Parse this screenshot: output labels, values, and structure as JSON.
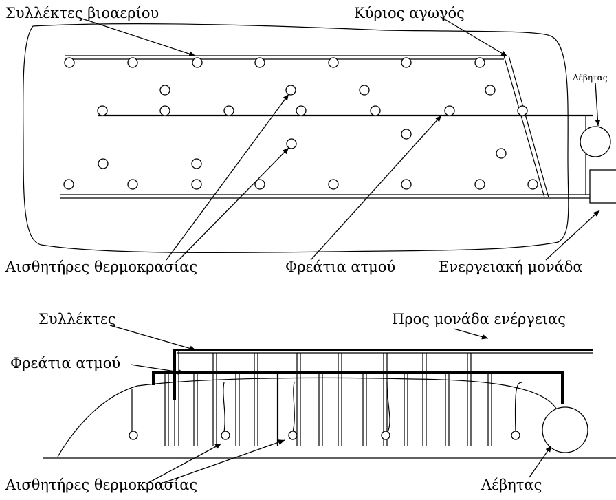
{
  "top_diagram": {
    "labels": {
      "biogas_collectors": "Συλλέκτες βιοαερίου",
      "main_pipe": "Κύριος αγωγός",
      "boiler": "Λέβητας",
      "temperature_sensors": "Αισθητήρες θερμοκρασίας",
      "steam_wells": "Φρεάτια ατμού",
      "energy_unit": "Ενεργειακή μονάδα"
    }
  },
  "bottom_diagram": {
    "labels": {
      "collectors": "Συλλέκτες",
      "to_energy_unit": "Προς μονάδα ενέργειας",
      "steam_wells": "Φρεάτια ατμού",
      "temperature_sensors": "Αισθητήρες θερμοκρασίας",
      "boiler": "Λέβητας"
    }
  }
}
